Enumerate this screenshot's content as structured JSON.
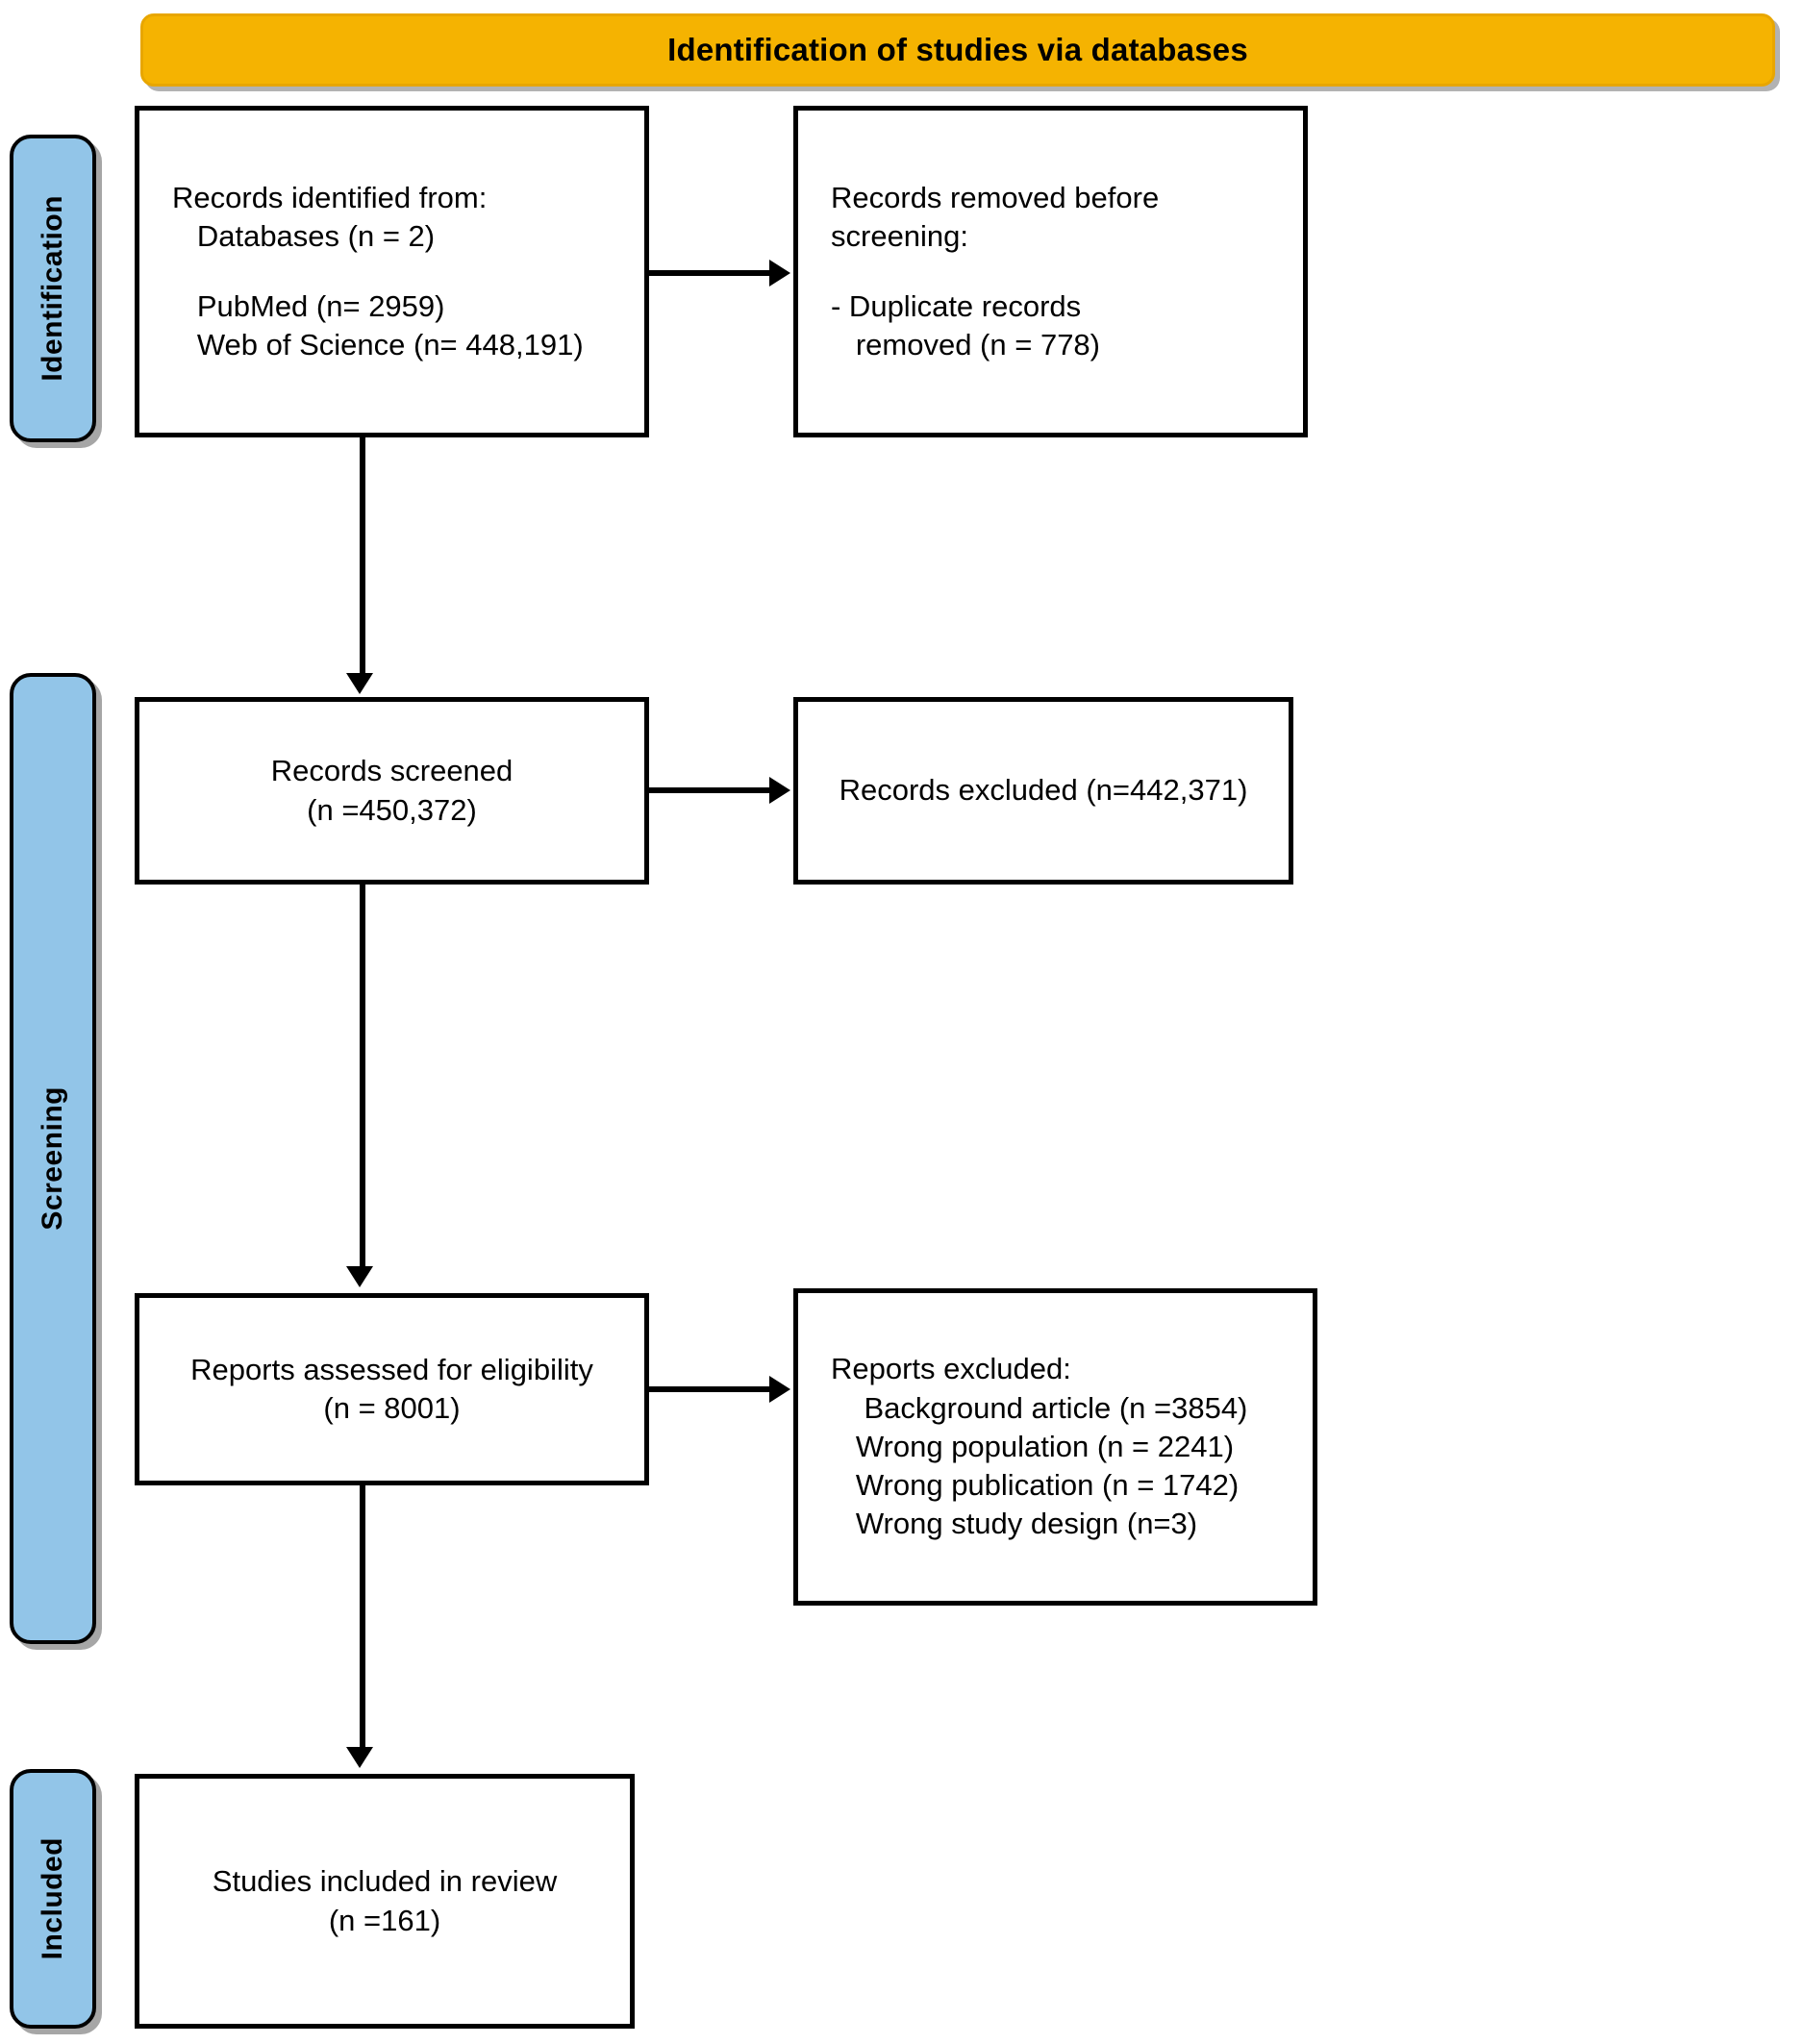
{
  "header": {
    "title": "Identification of studies via databases"
  },
  "colors": {
    "banner_background": "#F5B301",
    "stage_tab_background": "#92C5E8",
    "box_border": "#000000",
    "box_background": "#FFFFFF",
    "text": "#000000"
  },
  "stages": [
    {
      "id": "identification",
      "label": "Identification"
    },
    {
      "id": "screening",
      "label": "Screening"
    },
    {
      "id": "included",
      "label": "Included"
    }
  ],
  "boxes": {
    "identified": {
      "line1": "Records identified from:",
      "line2": "   Databases (n = 2)",
      "line3": "   PubMed (n= 2959)",
      "line4": "   Web of Science (n= 448,191)"
    },
    "removed": {
      "line1": "Records removed ",
      "line1_italic": "before",
      "line2_italic": "screening",
      "line2_tail": ":",
      "line3": "- Duplicate records",
      "line4": "   removed (n = 778)"
    },
    "screened": {
      "line1": "Records screened",
      "line2": "(n =450,372)"
    },
    "excluded": {
      "line1": "Records excluded (n=442,371)"
    },
    "eligibility": {
      "line1": "Reports assessed for eligibility",
      "line2": "(n = 8001)"
    },
    "reports_excluded": {
      "line1": "Reports excluded:",
      "line2": "    Background article (n =3854)",
      "line3": "   Wrong population (n = 2241)",
      "line4": "   Wrong publication (n = 1742)",
      "line5": "   Wrong study design (n=3)"
    },
    "included": {
      "line1": "Studies included in review",
      "line2": "(n =161)"
    }
  },
  "chart_data": {
    "type": "diagram",
    "diagram_kind": "PRISMA flow diagram",
    "title": "Identification of studies via databases",
    "nodes": [
      {
        "id": "identified",
        "stage": "Identification",
        "label": "Records identified from: Databases (n = 2); PubMed (n= 2959); Web of Science (n= 448,191)",
        "databases": 2,
        "pubmed": 2959,
        "web_of_science": 448191
      },
      {
        "id": "removed",
        "stage": "Identification",
        "label": "Records removed before screening: - Duplicate records removed (n = 778)",
        "duplicates_removed": 778
      },
      {
        "id": "screened",
        "stage": "Screening",
        "label": "Records screened (n =450,372)",
        "n": 450372
      },
      {
        "id": "excluded",
        "stage": "Screening",
        "label": "Records excluded (n=442,371)",
        "n": 442371
      },
      {
        "id": "eligibility",
        "stage": "Screening",
        "label": "Reports assessed for eligibility (n = 8001)",
        "n": 8001
      },
      {
        "id": "reports_excluded",
        "stage": "Screening",
        "label": "Reports excluded",
        "reasons": [
          {
            "reason": "Background article",
            "n": 3854
          },
          {
            "reason": "Wrong population",
            "n": 2241
          },
          {
            "reason": "Wrong publication",
            "n": 1742
          },
          {
            "reason": "Wrong study design",
            "n": 3
          }
        ]
      },
      {
        "id": "included",
        "stage": "Included",
        "label": "Studies included in review (n =161)",
        "n": 161
      }
    ],
    "edges": [
      {
        "from": "identified",
        "to": "removed",
        "direction": "right"
      },
      {
        "from": "identified",
        "to": "screened",
        "direction": "down"
      },
      {
        "from": "screened",
        "to": "excluded",
        "direction": "right"
      },
      {
        "from": "screened",
        "to": "eligibility",
        "direction": "down"
      },
      {
        "from": "eligibility",
        "to": "reports_excluded",
        "direction": "right"
      },
      {
        "from": "eligibility",
        "to": "included",
        "direction": "down"
      }
    ]
  }
}
